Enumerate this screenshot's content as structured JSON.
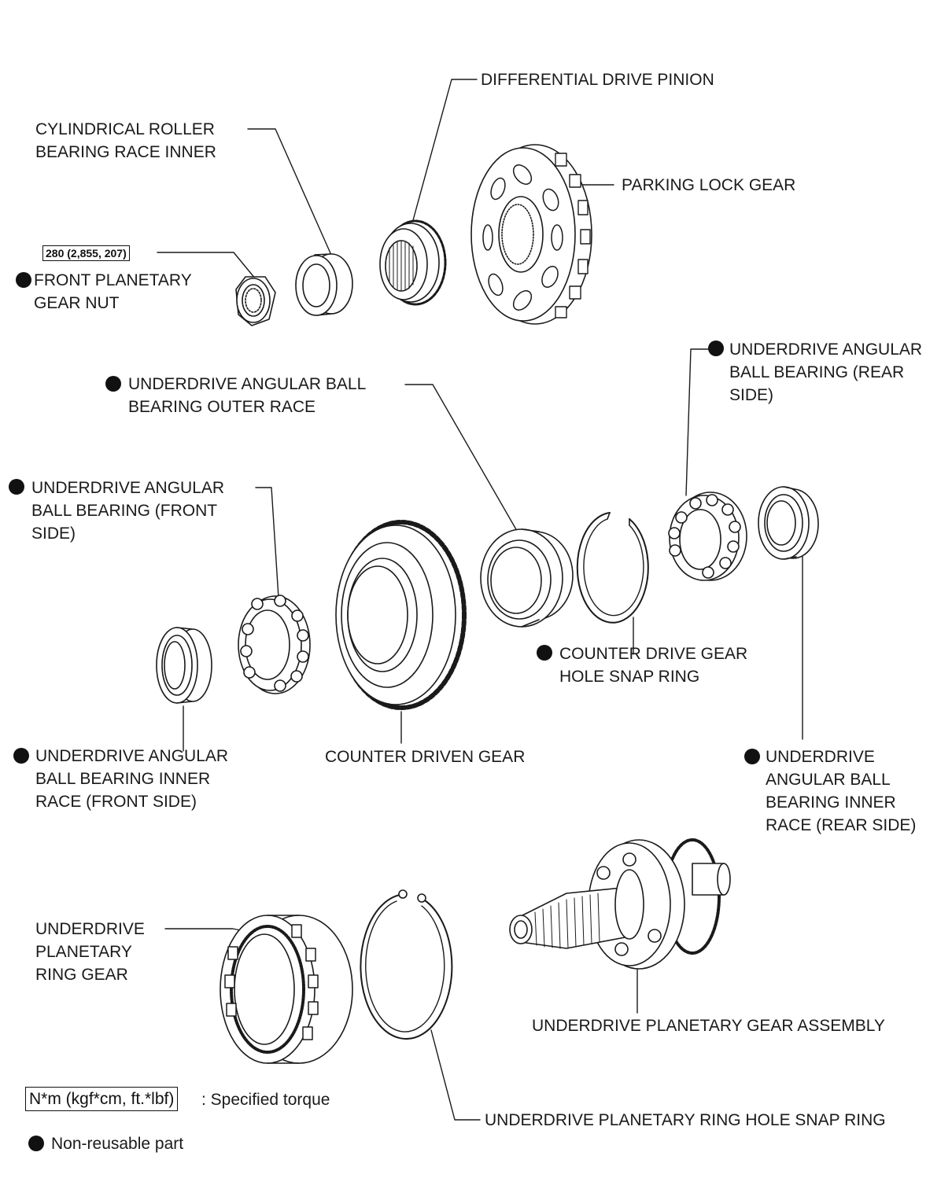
{
  "labels": {
    "differential_drive_pinion": "DIFFERENTIAL DRIVE PINION",
    "cylindrical_roller_bearing": "CYLINDRICAL ROLLER\nBEARING RACE INNER",
    "parking_lock_gear": "PARKING LOCK GEAR",
    "torque_value": "280 (2,855, 207)",
    "front_planetary_gear_nut": "FRONT PLANETARY\nGEAR NUT",
    "ud_outer_race": "UNDERDRIVE ANGULAR BALL\nBEARING OUTER RACE",
    "ud_bearing_rear": "UNDERDRIVE ANGULAR\nBALL BEARING (REAR\nSIDE)",
    "ud_bearing_front": "UNDERDRIVE ANGULAR\nBALL BEARING (FRONT\nSIDE)",
    "counter_drive_snap_ring": "COUNTER DRIVE GEAR\nHOLE SNAP RING",
    "ud_inner_race_front": "UNDERDRIVE ANGULAR\nBALL BEARING INNER\nRACE (FRONT SIDE)",
    "counter_driven_gear": "COUNTER DRIVEN GEAR",
    "ud_inner_race_rear": "UNDERDRIVE\nANGULAR BALL\nBEARING INNER\nRACE (REAR SIDE)",
    "ud_planetary_ring_gear": "UNDERDRIVE\nPLANETARY\nRING GEAR",
    "ud_planetary_gear_assembly": "UNDERDRIVE PLANETARY GEAR ASSEMBLY",
    "ud_ring_hole_snap_ring": "UNDERDRIVE PLANETARY RING HOLE SNAP RING"
  },
  "legend": {
    "torque_box": "N*m (kgf*cm, ft.*lbf)",
    "torque_text": ": Specified torque",
    "nonreusable_text": "Non-reusable part"
  },
  "non_reusable_marker": "black-dot"
}
